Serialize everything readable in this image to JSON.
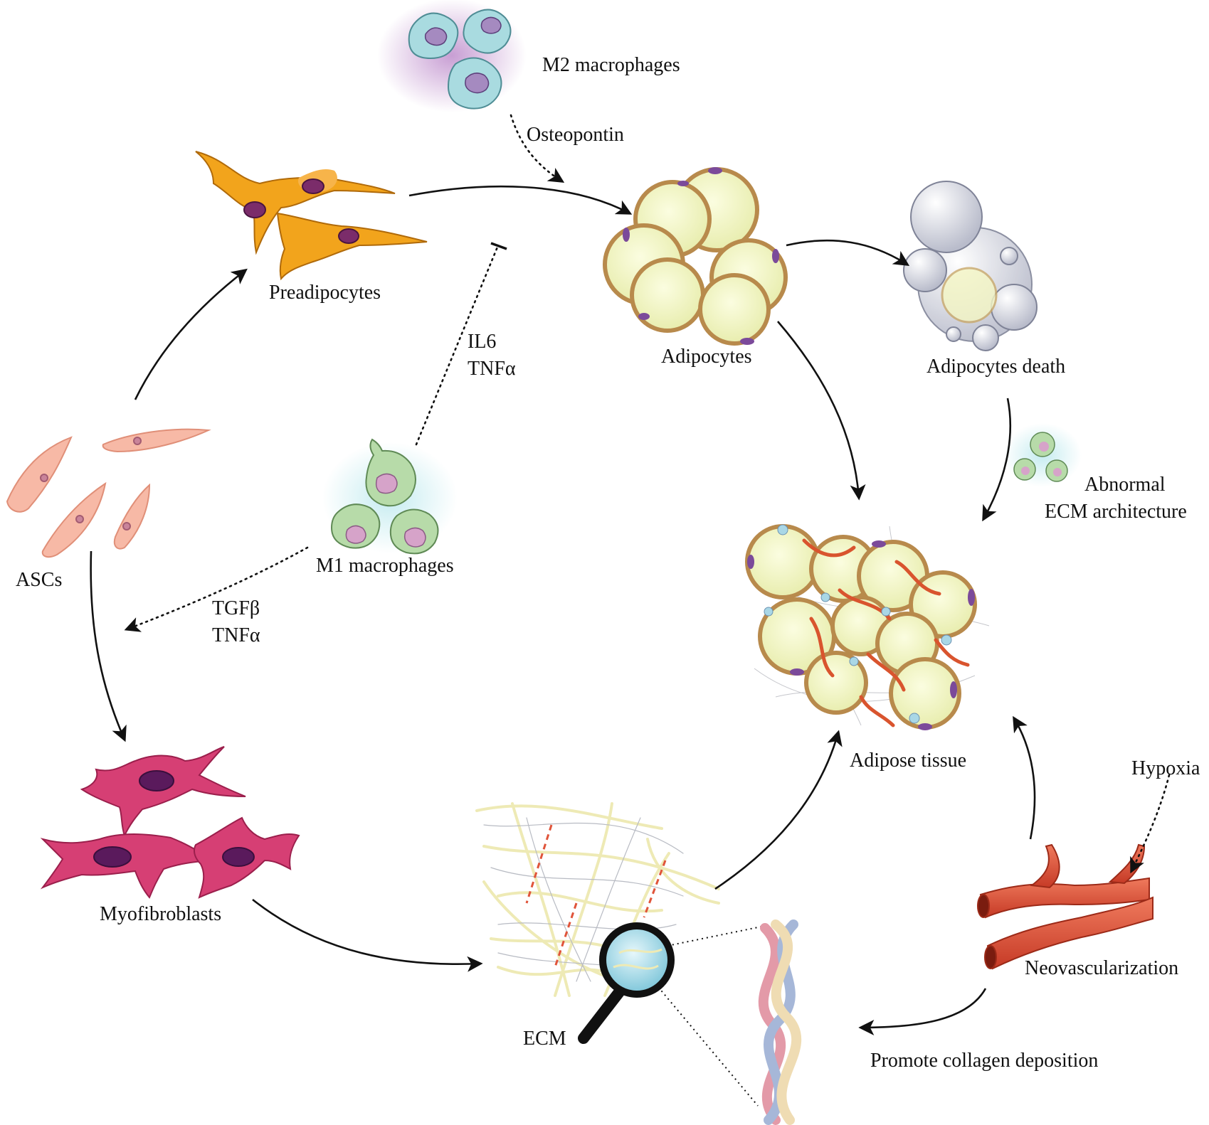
{
  "labels": {
    "m2": "M2 macrophages",
    "osteopontin": "Osteopontin",
    "preadipocytes": "Preadipocytes",
    "il6": "IL6",
    "tnfa_1": "TNFα",
    "adipocytes": "Adipocytes",
    "adipocytes_death": "Adipocytes death",
    "abnormal_1": "Abnormal",
    "abnormal_2": "ECM architecture",
    "ascs": "ASCs",
    "m1": "M1 macrophages",
    "tgfb": "TGFβ",
    "tnfa_2": "TNFα",
    "adipose_tissue": "Adipose tissue",
    "hypoxia": "Hypoxia",
    "myofibroblasts": "Myofibroblasts",
    "neovascularization": "Neovascularization",
    "ecm": "ECM",
    "collagen": "Promote collagen deposition"
  },
  "colors": {
    "preadipocyte": "#f2a41c",
    "asc": "#f7b9a6",
    "myofibroblast": "#d63f74",
    "adipocyte_fill": "#f4f6c4",
    "adipocyte_rim": "#cfa469",
    "nucleus": "#7b4a9a",
    "vessel": "#e0543a",
    "macrophage_m2": "#a9dbe0",
    "macrophage_m1": "#b7dba9",
    "arrow": "#111111"
  }
}
